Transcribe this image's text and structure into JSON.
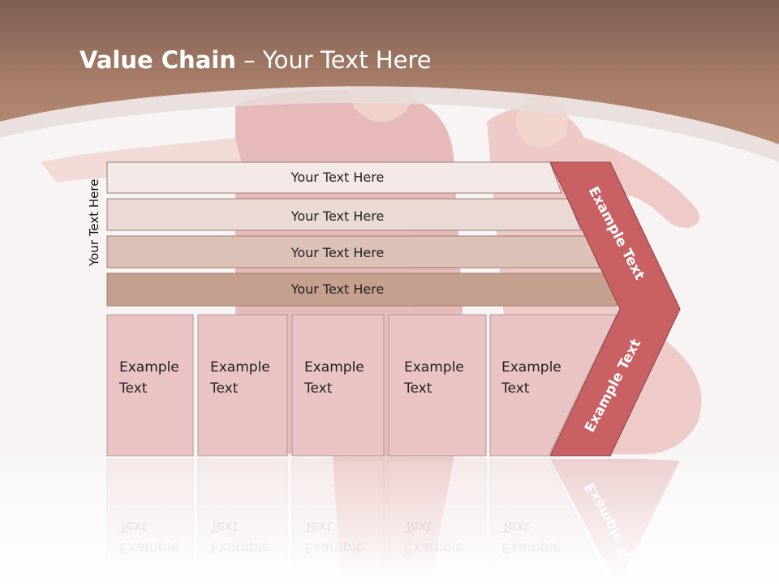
{
  "slide": {
    "title_bold": "Value Chain",
    "title_rest": " – Your Text Here",
    "side_label": "Your Text Here"
  },
  "bars": [
    {
      "label": "Your Text Here"
    },
    {
      "label": "Your Text Here"
    },
    {
      "label": "Your Text Here"
    },
    {
      "label": "Your Text Here"
    }
  ],
  "boxes": [
    {
      "line1": "Example",
      "line2": "Text"
    },
    {
      "line1": "Example",
      "line2": "Text"
    },
    {
      "line1": "Example",
      "line2": "Text"
    },
    {
      "line1": "Example",
      "line2": "Text"
    },
    {
      "line1": "Example",
      "line2": "Text"
    }
  ],
  "chevron": {
    "upper_label": "Example Text",
    "lower_label": "Example Text"
  },
  "colors": {
    "header": "#a87a66",
    "bar_1": "#f3e9e7",
    "bar_2": "#ead9d4",
    "bar_3": "#dcc1b6",
    "bar_4": "#c6a08f",
    "box": "#eac3c4",
    "chevron": "#c96064"
  }
}
